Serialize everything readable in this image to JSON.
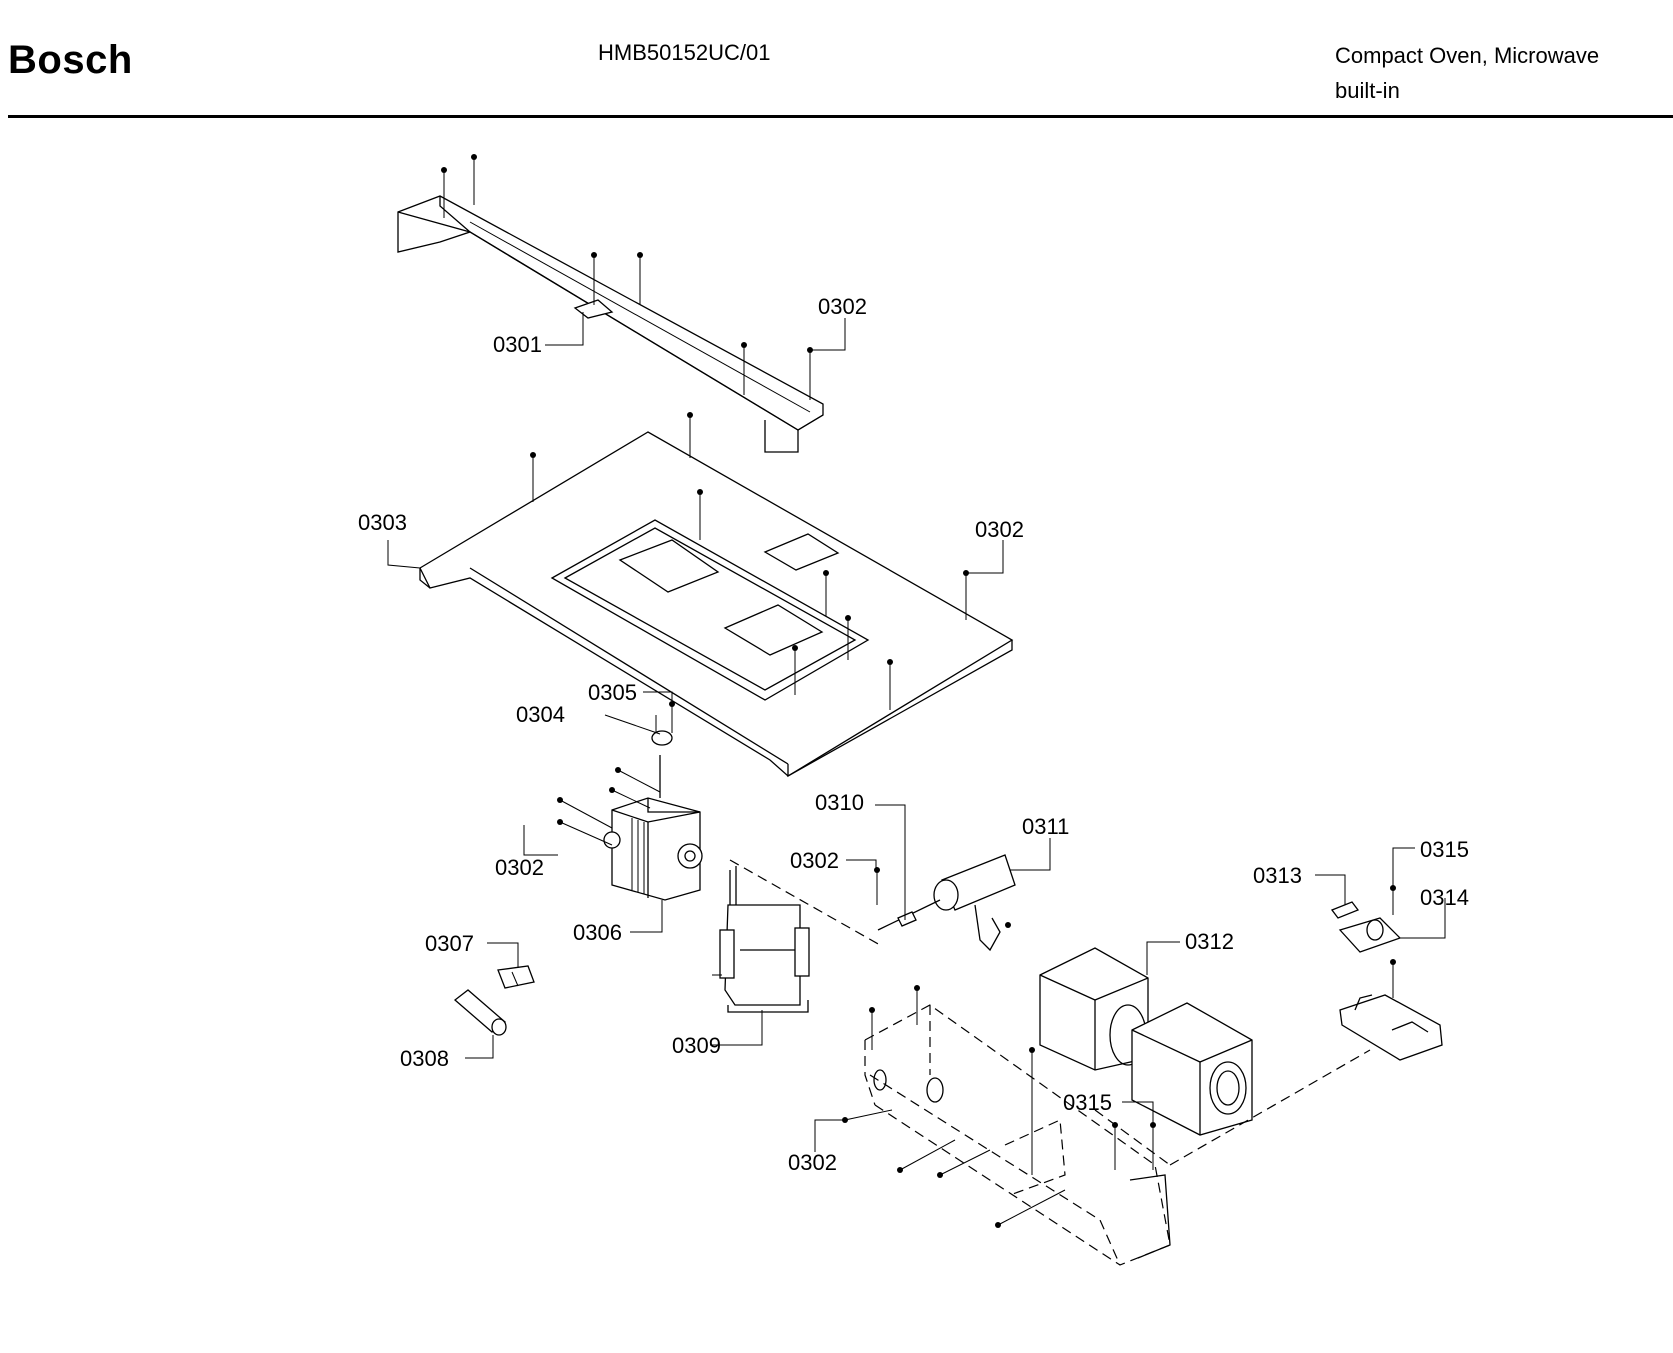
{
  "header": {
    "brand": "Bosch",
    "model": "HMB50152UC/01",
    "product_line1": "Compact Oven, Microwave",
    "product_line2": "built-in"
  },
  "callouts": {
    "c0301": "0301",
    "c0302a": "0302",
    "c0303": "0303",
    "c0302b": "0302",
    "c0304": "0304",
    "c0305": "0305",
    "c0302c": "0302",
    "c0306": "0306",
    "c0307": "0307",
    "c0308": "0308",
    "c0309": "0309",
    "c0310": "0310",
    "c0302d": "0302",
    "c0311": "0311",
    "c0312": "0312",
    "c0313": "0313",
    "c0315a": "0315",
    "c0314": "0314",
    "c0315b": "0315",
    "c0302e": "0302"
  }
}
